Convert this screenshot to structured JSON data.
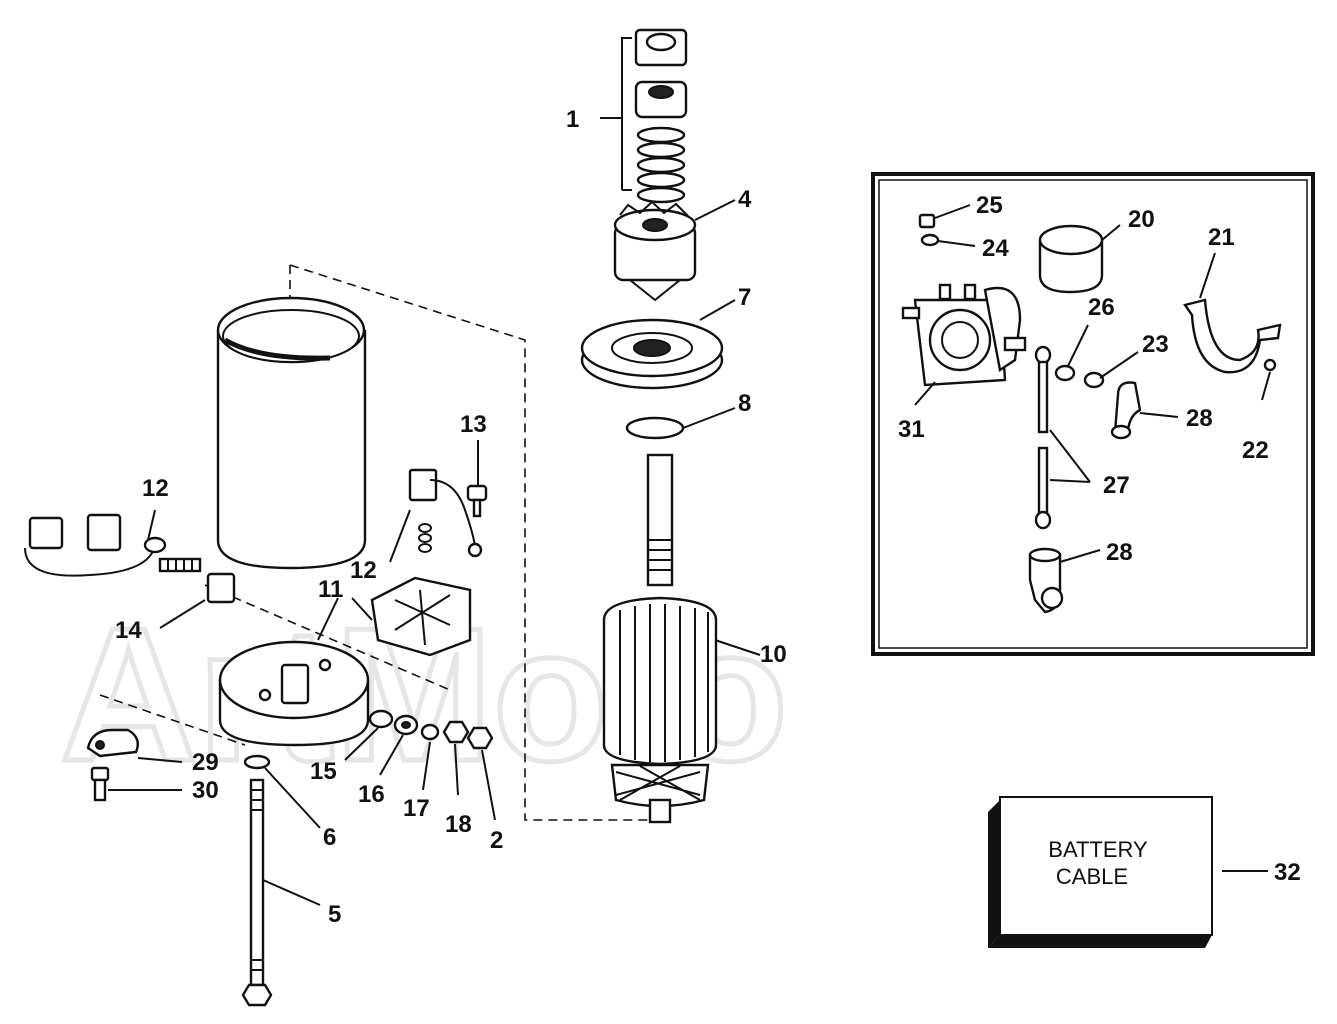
{
  "watermark": "ArtMoto",
  "battery_box": {
    "line1": "BATTERY",
    "line2": "CABLE"
  },
  "labels": [
    "1",
    "2",
    "4",
    "5",
    "6",
    "7",
    "8",
    "10",
    "11",
    "12",
    "12",
    "13",
    "14",
    "15",
    "16",
    "17",
    "18",
    "20",
    "21",
    "22",
    "23",
    "24",
    "25",
    "26",
    "27",
    "28",
    "28",
    "29",
    "30",
    "31",
    "32"
  ]
}
